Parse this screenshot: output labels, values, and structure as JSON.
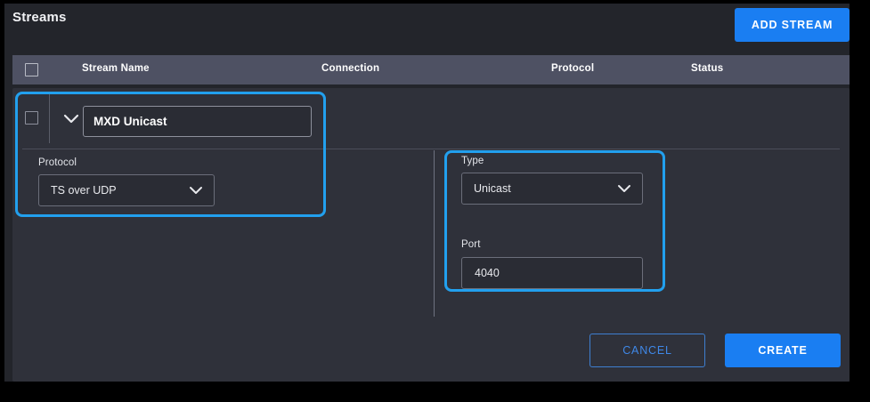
{
  "header": {
    "title": "Streams",
    "add_button": "ADD STREAM"
  },
  "table": {
    "columns": [
      {
        "key": "checkbox",
        "label": ""
      },
      {
        "key": "name",
        "label": "Stream Name"
      },
      {
        "key": "connection",
        "label": "Connection"
      },
      {
        "key": "protocol",
        "label": "Protocol"
      },
      {
        "key": "status",
        "label": "Status"
      }
    ]
  },
  "row": {
    "stream_name": "MXD Unicast",
    "expand_icon": "chevron-down-icon",
    "checkbox_checked": false
  },
  "form": {
    "protocol": {
      "label": "Protocol",
      "value": "TS over UDP"
    },
    "type": {
      "label": "Type",
      "value": "Unicast"
    },
    "port": {
      "label": "Port",
      "value": "4040"
    }
  },
  "footer": {
    "cancel": "CANCEL",
    "create": "CREATE"
  },
  "colors": {
    "accent_blue": "#1a7ef2",
    "highlight_blue": "#22a0ee",
    "panel_bg": "#2f313a",
    "app_bg": "#23252b",
    "table_header_bg": "#4e5163",
    "field_bg": "#2a2c34"
  }
}
